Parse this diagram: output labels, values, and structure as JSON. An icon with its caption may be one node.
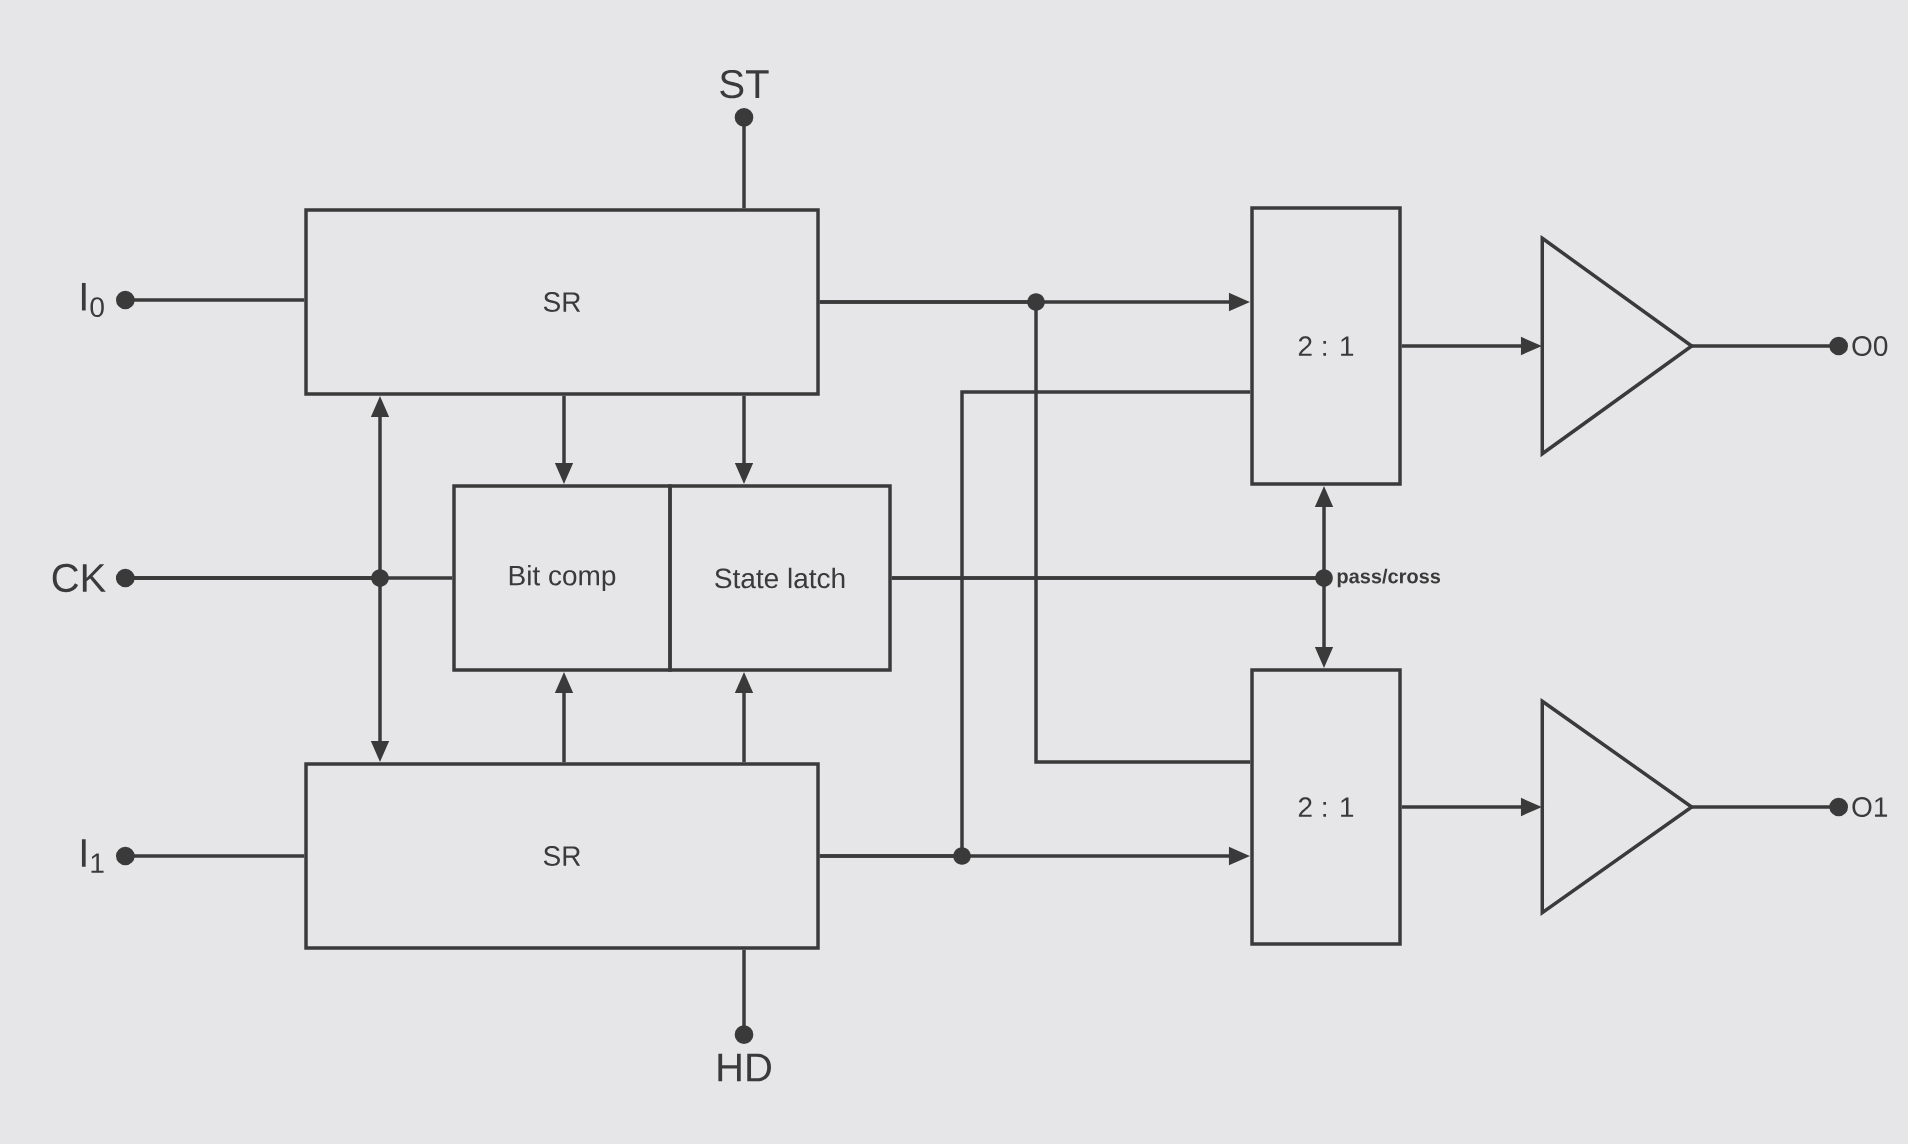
{
  "diagram": {
    "nodes": [
      {
        "text": [
          "ST"
        ]
      },
      {
        "text": [
          "I$_{0}$"
        ]
      },
      {
        "text": [
          "SR"
        ]
      },
      {
        "text": [
          "CK"
        ]
      },
      {
        "text": [
          "Bit comp"
        ]
      },
      {
        "text": [
          "State latch"
        ]
      },
      {
        "text": [
          "I$_{1}$"
        ]
      },
      {
        "text": [
          "SR"
        ]
      },
      {
        "text": [
          "HD"
        ]
      },
      {
        "text": [
          "2 : 1"
        ]
      },
      {
        "text": [
          "2 : 1"
        ]
      },
      {
        "text": [],
        "shape": "triangle"
      },
      {
        "text": [],
        "shape": "triangle"
      },
      {
        "text": [
          "O0"
        ]
      },
      {
        "text": [
          "O1"
        ]
      }
    ],
    "edges": [
      {
        "from": 1,
        "to": 2,
        "arrow": "other"
      },
      {
        "from": 0,
        "to": 2,
        "arrow": "other"
      },
      {
        "from": 3,
        "to": 4,
        "arrow": "other"
      },
      {
        "from": 3,
        "to": 2,
        "arrow": "to"
      },
      {
        "from": 3,
        "to": 7,
        "arrow": "to"
      },
      {
        "from": 2,
        "to": 4,
        "arrow": "to"
      },
      {
        "from": 2,
        "to": 5,
        "arrow": "to"
      },
      {
        "from": 7,
        "to": 4,
        "arrow": "to"
      },
      {
        "from": 7,
        "to": 5,
        "arrow": "to"
      },
      {
        "from": 6,
        "to": 7,
        "arrow": "other"
      },
      {
        "from": 8,
        "to": 7,
        "arrow": "other"
      },
      {
        "from": 2,
        "to": 9,
        "arrow": "to"
      },
      {
        "from": 2,
        "to": 10,
        "arrow": "none"
      },
      {
        "from": 7,
        "to": 10,
        "arrow": "to"
      },
      {
        "from": 7,
        "to": 9,
        "arrow": "none"
      },
      {
        "from": 5,
        "to": 9,
        "arrow": "to",
        "label": "pass/cross"
      },
      {
        "from": 5,
        "to": 10,
        "arrow": "to"
      },
      {
        "from": 9,
        "to": 11,
        "arrow": "to"
      },
      {
        "from": 10,
        "to": 12,
        "arrow": "to"
      },
      {
        "from": 11,
        "to": 13,
        "arrow": "other"
      },
      {
        "from": 12,
        "to": 14,
        "arrow": "other"
      }
    ]
  }
}
